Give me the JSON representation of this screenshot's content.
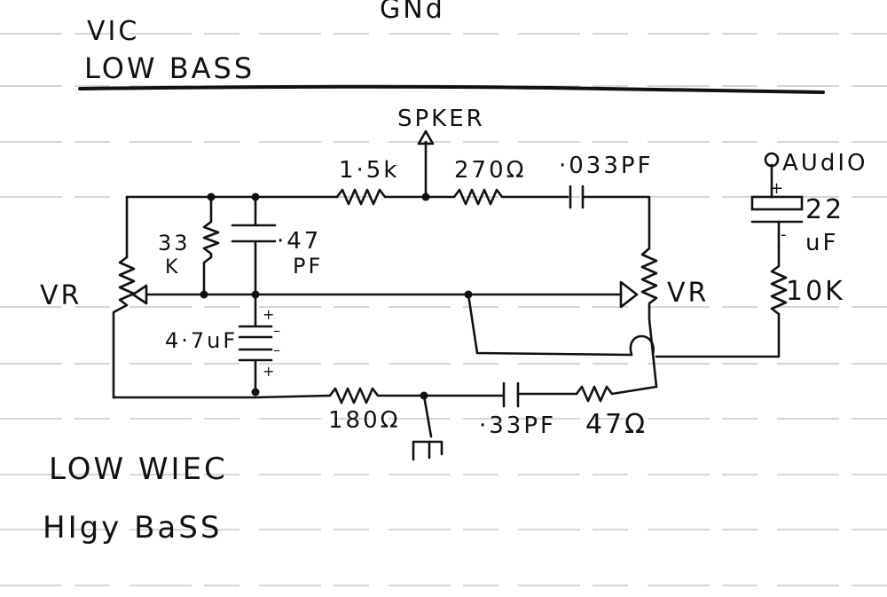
{
  "header": {
    "line1": "VIC",
    "line2": "LOW BASS",
    "top_label": "GNd"
  },
  "components": {
    "speaker": "SPKER",
    "r_1_5k": "1·5k",
    "r_270": "270Ω",
    "c_033_top": "·033PF",
    "r_33k_a": "33",
    "r_33k_b": "K",
    "c_047_a": "·47",
    "c_047_b": "PF",
    "c_47uf": "4·7uF",
    "vr_left": "VR",
    "vr_right": "VR",
    "audio": "AUdIO",
    "c_22_a": "22",
    "c_22_b": "uF",
    "r_10k": "10K",
    "r_180": "180Ω",
    "c_33_bottom": "·33PF",
    "r_47": "47Ω",
    "ground_symbol": "GND"
  },
  "footer": {
    "line1": "LOW WIEC",
    "line2": "HIgy BaSS"
  },
  "colors": {
    "ink": "#111111",
    "paper": "#ffffff",
    "rule_lines": "#bdbdbd"
  }
}
